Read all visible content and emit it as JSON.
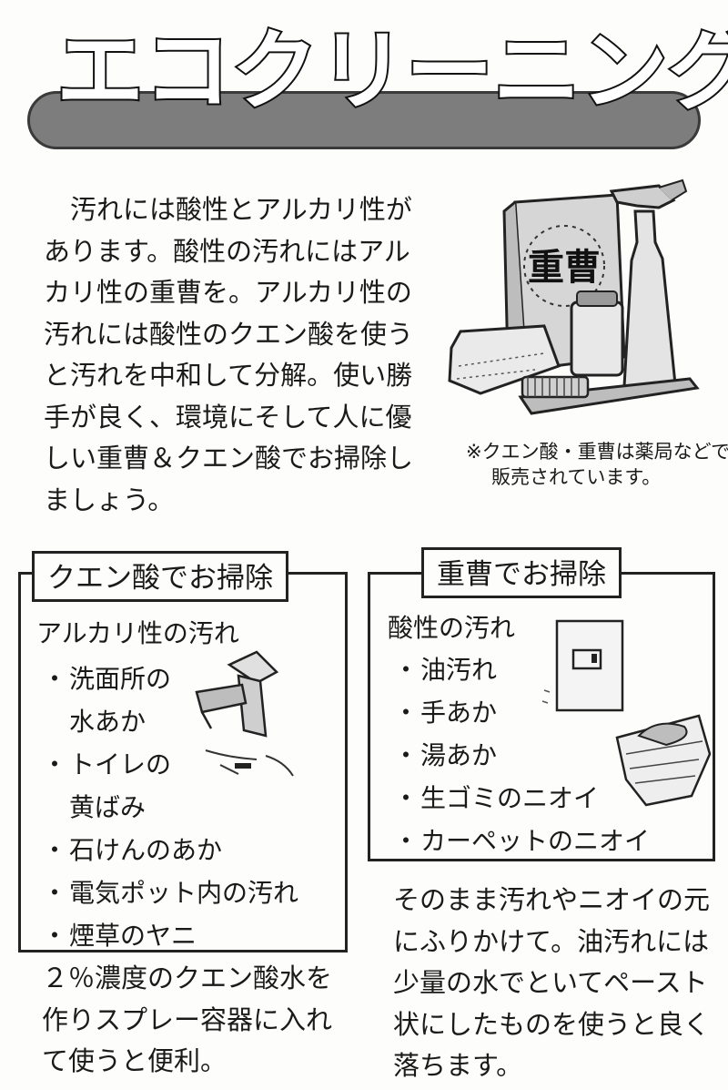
{
  "header": {
    "title": "エコクリーニング"
  },
  "intro": {
    "text": "汚れには酸性とアルカリ性があります。酸性の汚れにはアルカリ性の重曹を。アルカリ性の汚れには酸性のクエン酸を使うと汚れを中和して分解。使い勝手が良く、環境にそして人に優しい重曹＆クエン酸でお掃除しましょう。"
  },
  "illustration": {
    "bag_label": "重曹",
    "icon": "cleaning-supplies-illustration"
  },
  "note": {
    "text": "※クエン酸・重曹は薬局などで販売されています。"
  },
  "citric": {
    "heading": "クエン酸でお掃除",
    "category": "アルカリ性の汚れ",
    "items": [
      {
        "bullet": "・",
        "line1": "洗面所の",
        "line2": "水あか"
      },
      {
        "bullet": "・",
        "line1": "トイレの",
        "line2": "黄ばみ"
      },
      {
        "bullet": "・",
        "line1": "石けんのあか"
      },
      {
        "bullet": "・",
        "line1": "電気ポット内の汚れ"
      },
      {
        "bullet": "・",
        "line1": "煙草のヤニ"
      }
    ],
    "usage": "２％濃度のクエン酸水を作りスプレー容器に入れて使うと便利。"
  },
  "baking": {
    "heading": "重曹でお掃除",
    "category": "酸性の汚れ",
    "items": [
      {
        "bullet": "・",
        "line1": "油汚れ"
      },
      {
        "bullet": "・",
        "line1": "手あか"
      },
      {
        "bullet": "・",
        "line1": "湯あか"
      },
      {
        "bullet": "・",
        "line1": "生ゴミのニオイ"
      },
      {
        "bullet": "・",
        "line1": "カーペットのニオイ"
      }
    ],
    "usage": "そのまま汚れやニオイの元にふりかけて。油汚れには少量の水でといてペースト状にしたものを使うと良く落ちます。"
  }
}
